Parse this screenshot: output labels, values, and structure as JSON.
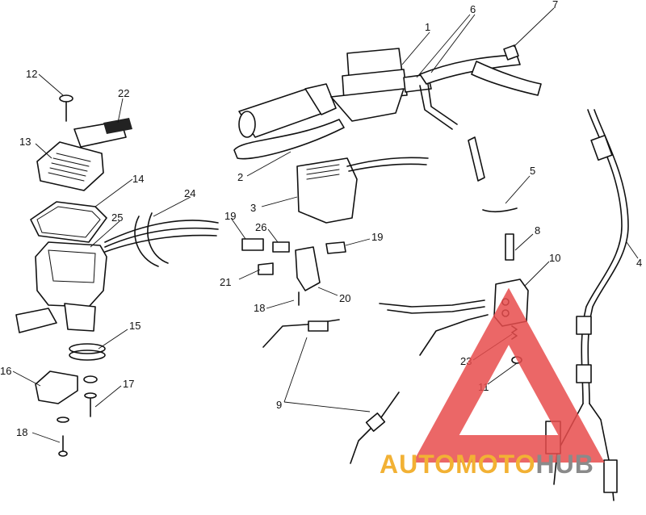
{
  "diagram": {
    "labels": [
      {
        "id": "1",
        "text": "1"
      },
      {
        "id": "2",
        "text": "2"
      },
      {
        "id": "3",
        "text": "3"
      },
      {
        "id": "4",
        "text": "4"
      },
      {
        "id": "5",
        "text": "5"
      },
      {
        "id": "6",
        "text": "6"
      },
      {
        "id": "7",
        "text": "7"
      },
      {
        "id": "8",
        "text": "8"
      },
      {
        "id": "9",
        "text": "9"
      },
      {
        "id": "10",
        "text": "10"
      },
      {
        "id": "11",
        "text": "11"
      },
      {
        "id": "12",
        "text": "12"
      },
      {
        "id": "13",
        "text": "13"
      },
      {
        "id": "14",
        "text": "14"
      },
      {
        "id": "15",
        "text": "15"
      },
      {
        "id": "16",
        "text": "16"
      },
      {
        "id": "17",
        "text": "17"
      },
      {
        "id": "18a",
        "text": "18"
      },
      {
        "id": "18b",
        "text": "18"
      },
      {
        "id": "19a",
        "text": "19"
      },
      {
        "id": "19b",
        "text": "19"
      },
      {
        "id": "20",
        "text": "20"
      },
      {
        "id": "21",
        "text": "21"
      },
      {
        "id": "22",
        "text": "22"
      },
      {
        "id": "23",
        "text": "23"
      },
      {
        "id": "24",
        "text": "24"
      },
      {
        "id": "25",
        "text": "25"
      },
      {
        "id": "26",
        "text": "26"
      }
    ]
  },
  "watermark": {
    "part1": "AUTOMOTO",
    "part2": "HUB",
    "color_primary": "#f2b134",
    "color_secondary": "#8a8a8a",
    "triangle_color": "#e84c4c"
  }
}
